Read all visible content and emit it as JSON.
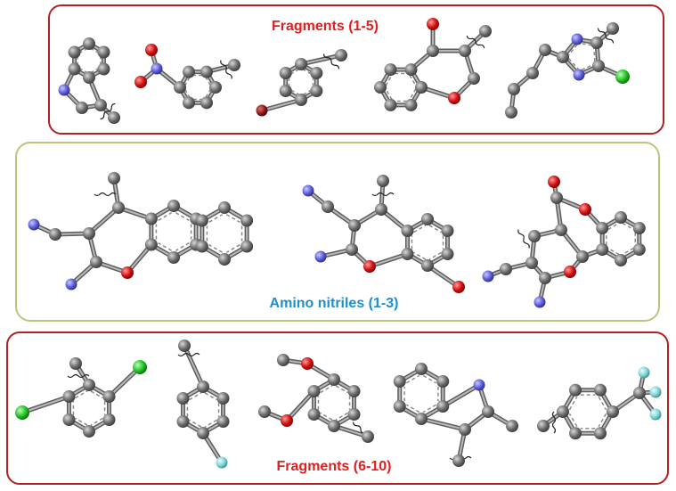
{
  "panels": {
    "top": {
      "title": "Fragments (1-5)"
    },
    "middle": {
      "title": "Amino nitriles (1-3)"
    },
    "bottom": {
      "title": "Fragments (6-10)"
    }
  },
  "colors": {
    "fragment_border": "#b22222",
    "fragment_title": "#e02020",
    "amino_border": "#b5c77a",
    "amino_title": "#1e90c8",
    "carbon": "#6b6b6b",
    "nitrogen": "#5a5ad6",
    "oxygen": "#d01010",
    "chlorine": "#22c022",
    "fluorine": "#7fd4d4",
    "bromine": "#8b1a1a",
    "bond": "#8a8a8a"
  }
}
